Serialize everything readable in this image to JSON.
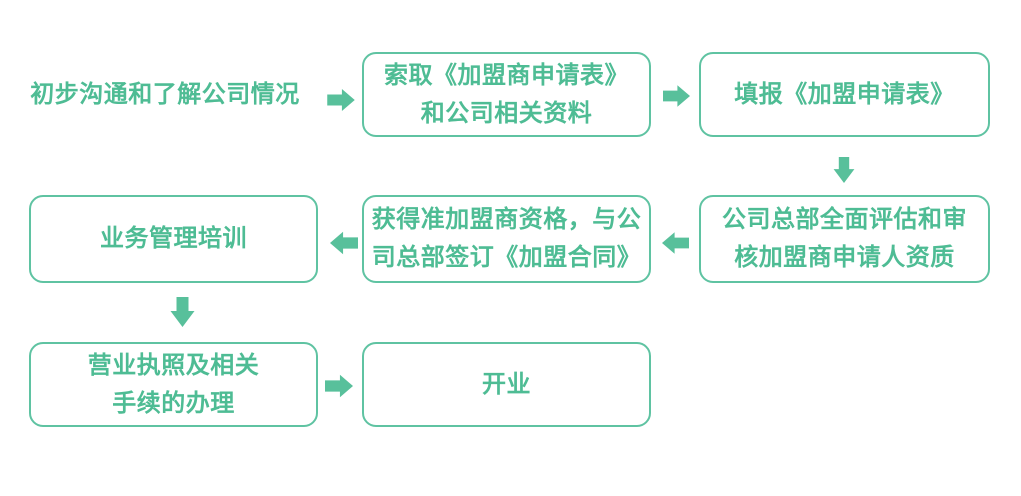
{
  "colors": {
    "accent": "#5fc3a2",
    "text": "#4ebc94",
    "arrow": "#58c09b",
    "bg": "#ffffff"
  },
  "flow": {
    "steps": [
      {
        "label": "初步沟通和了解公司情况"
      },
      {
        "label": "索取《加盟商申请表》\n和公司相关资料"
      },
      {
        "label": "填报《加盟申请表》"
      },
      {
        "label": "公司总部全面评估和审\n核加盟商申请人资质"
      },
      {
        "label": "获得准加盟商资格，与公\n司总部签订《加盟合同》"
      },
      {
        "label": "业务管理培训"
      },
      {
        "label": "营业执照及相关\n手续的办理"
      },
      {
        "label": "开业"
      }
    ]
  }
}
